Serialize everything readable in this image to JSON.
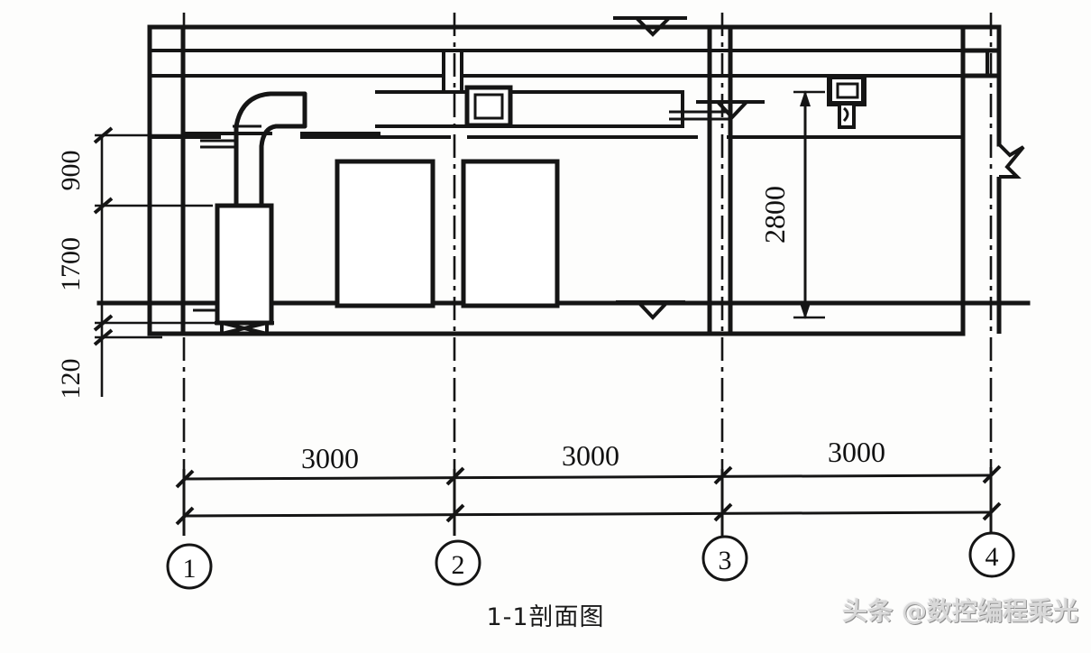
{
  "title": "1-1剖面图",
  "caption": "1-1剖面图",
  "watermark": "头条 @数控编程乘光",
  "colors": {
    "ink": "#111111",
    "paper": "#fdfdfc",
    "watermark": "#d8d8d8"
  },
  "drawing": {
    "kind": "architectural-section",
    "vertical_dimensions": [
      {
        "name": "dim-900",
        "label": "900",
        "unit": "mm"
      },
      {
        "name": "dim-1700",
        "label": "1700",
        "unit": "mm"
      },
      {
        "name": "dim-120",
        "label": "120",
        "unit": "mm"
      },
      {
        "name": "dim-2800",
        "label": "2800",
        "unit": "mm"
      }
    ],
    "horizontal_dimensions": [
      {
        "name": "bay-1-2",
        "label": "3000",
        "from": "1",
        "to": "2",
        "unit": "mm"
      },
      {
        "name": "bay-2-3",
        "label": "3000",
        "from": "2",
        "to": "3",
        "unit": "mm"
      },
      {
        "name": "bay-3-4",
        "label": "3000",
        "from": "3",
        "to": "4",
        "unit": "mm"
      }
    ],
    "grid_axes": [
      {
        "name": "axis-1",
        "label": "1"
      },
      {
        "name": "axis-2",
        "label": "2"
      },
      {
        "name": "axis-3",
        "label": "3"
      },
      {
        "name": "axis-4",
        "label": "4"
      }
    ],
    "level_markers": [
      {
        "name": "level-marker-top",
        "symbol": "elevation-triangle"
      },
      {
        "name": "level-marker-ceiling",
        "symbol": "elevation-triangle"
      },
      {
        "name": "level-marker-mid-right",
        "symbol": "elevation-triangle"
      },
      {
        "name": "level-marker-floor",
        "symbol": "elevation-triangle"
      }
    ],
    "equipment": [
      {
        "name": "water-heater",
        "symbol": "tank-rectangle"
      },
      {
        "name": "flue-duct-elbow",
        "symbol": "curved-duct"
      },
      {
        "name": "ceiling-fixture",
        "symbol": "box-in-box"
      },
      {
        "name": "wall-fixture",
        "symbol": "bracketed-box"
      }
    ],
    "openings": [
      {
        "name": "door-opening-left",
        "symbol": "rectangle"
      },
      {
        "name": "door-opening-right",
        "symbol": "rectangle"
      }
    ],
    "break_line": {
      "name": "break-line-right",
      "symbol": "zigzag"
    }
  }
}
